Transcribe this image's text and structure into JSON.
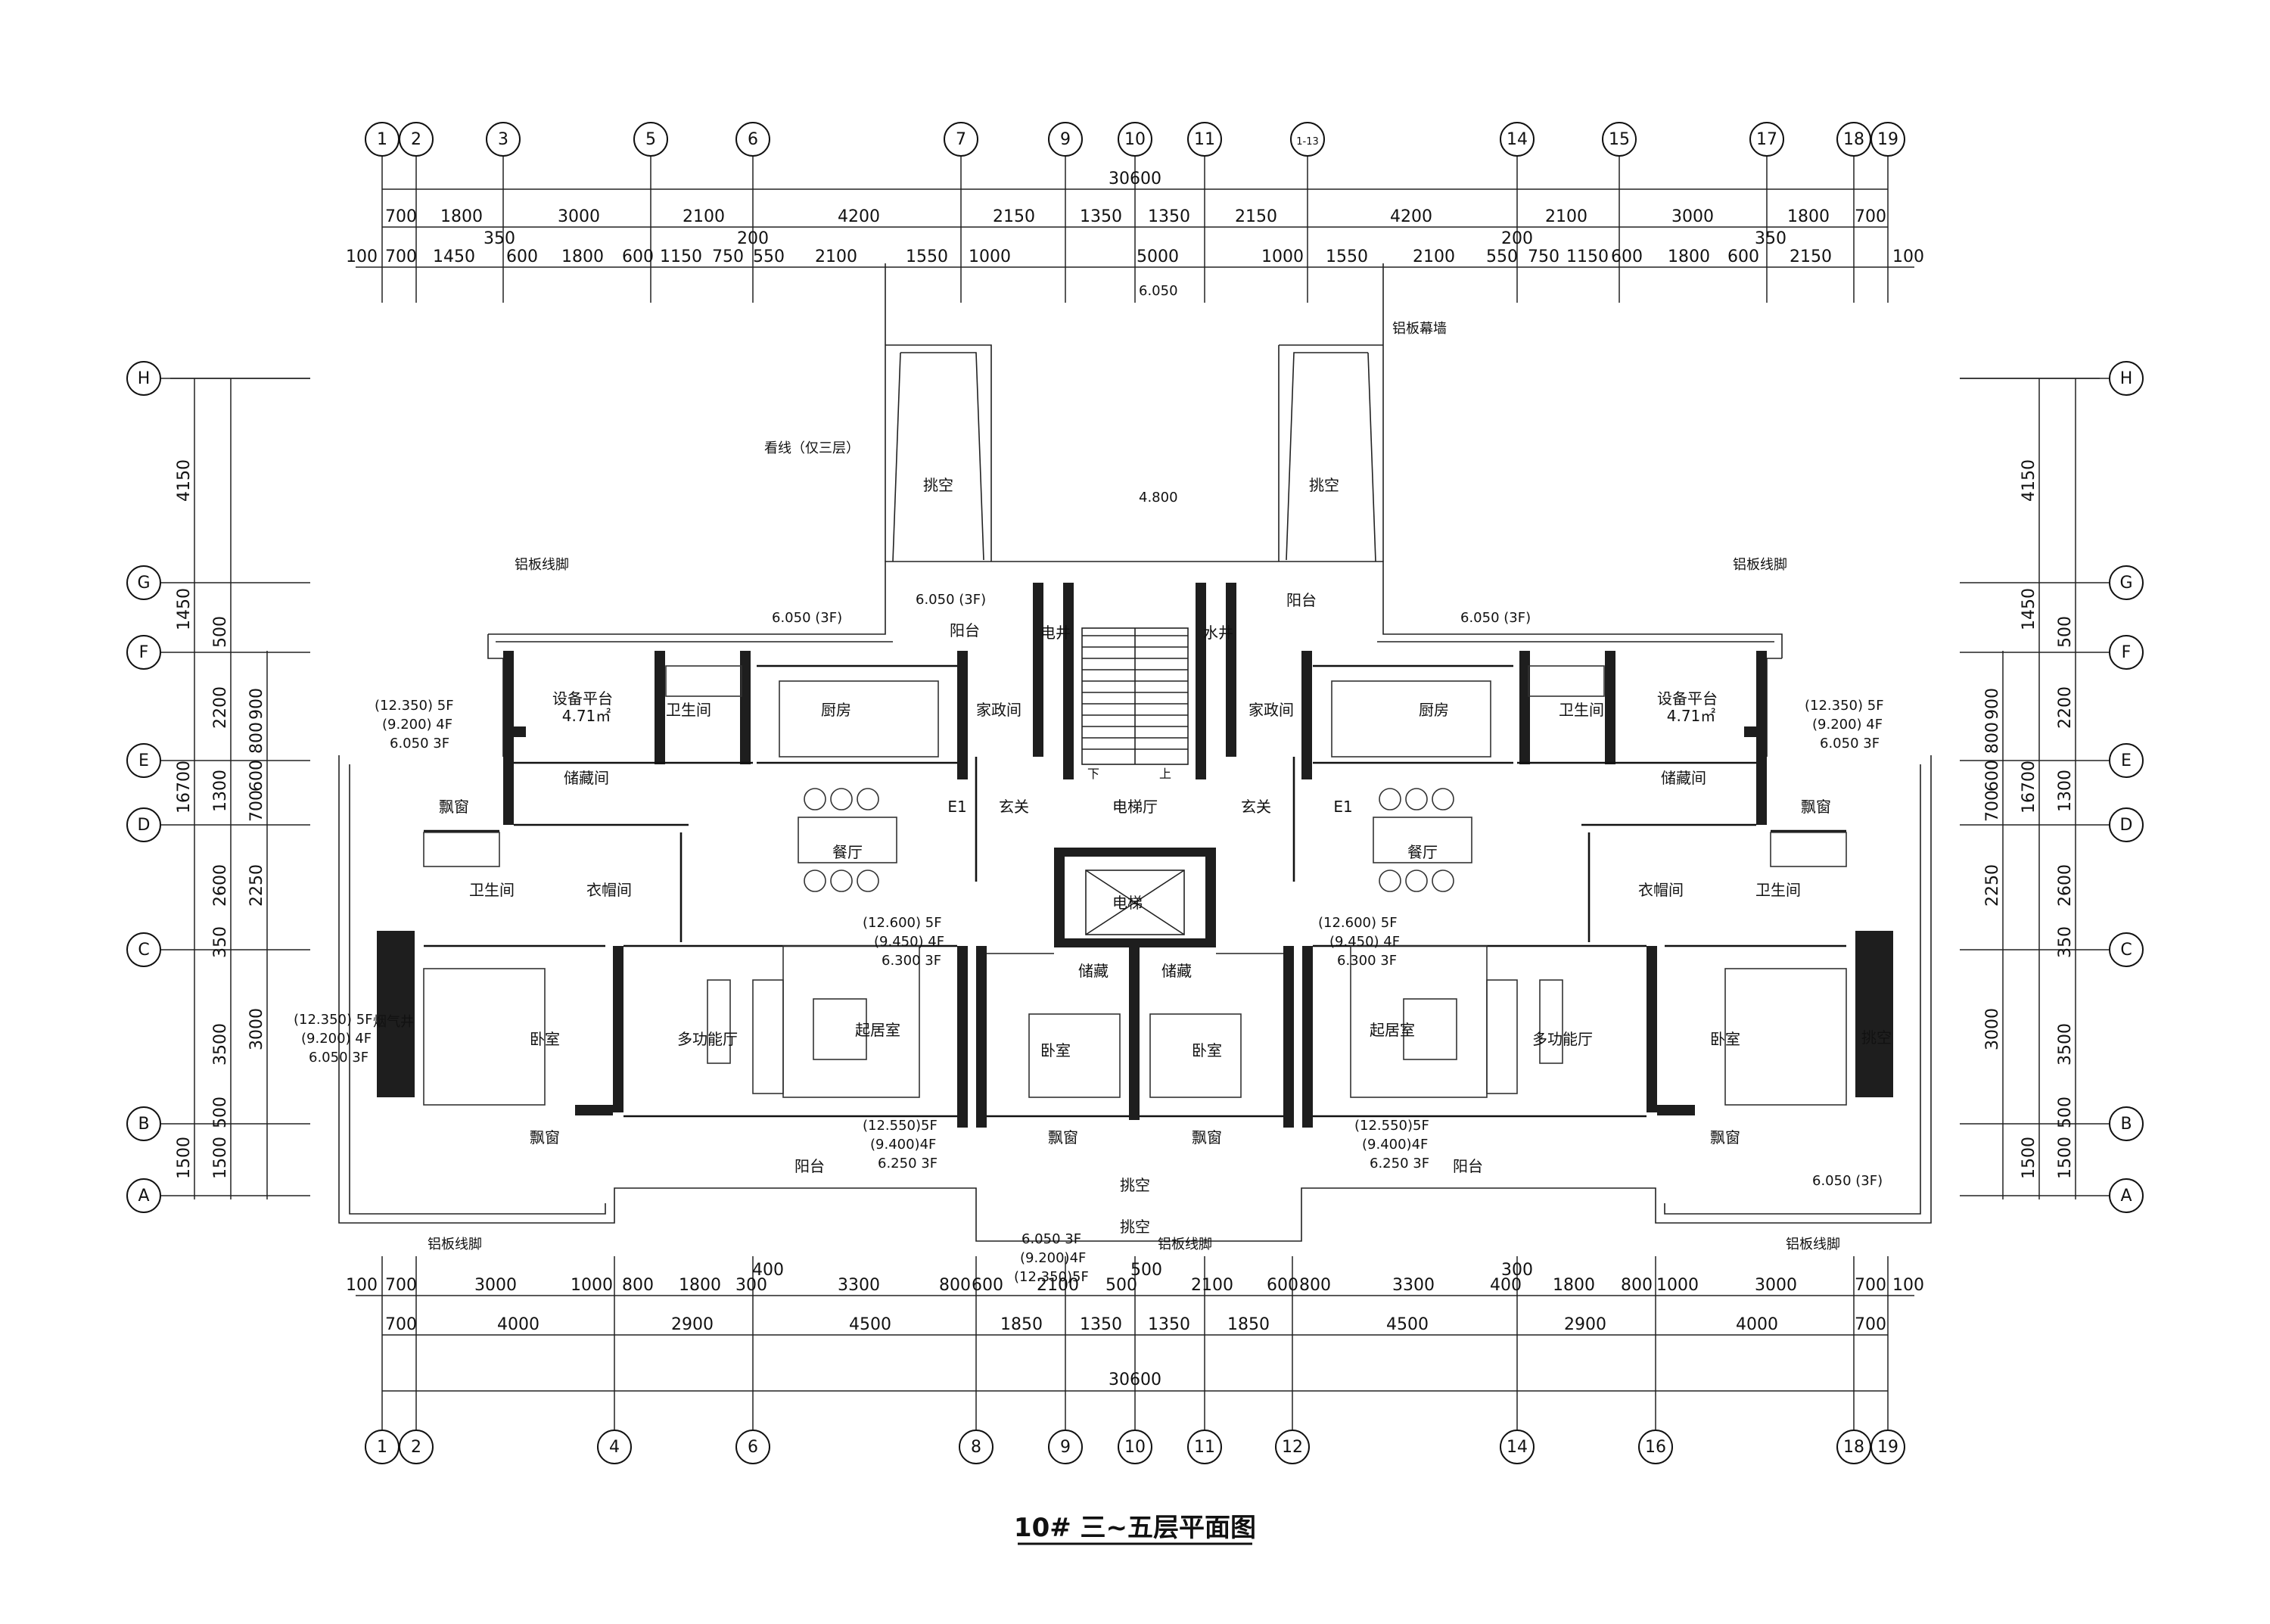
{
  "title": "10# 三~五层平面图",
  "grid": {
    "top_axes": [
      "1",
      "2",
      "3",
      "5",
      "6",
      "7",
      "9",
      "10",
      "11",
      "1-13",
      "14",
      "15",
      "17",
      "18",
      "19"
    ],
    "bottom_axes": [
      "1",
      "2",
      "4",
      "6",
      "8",
      "9",
      "10",
      "11",
      "12",
      "14",
      "16",
      "18",
      "19"
    ],
    "side_axes": [
      "H",
      "G",
      "F",
      "E",
      "D",
      "C",
      "B",
      "A"
    ]
  },
  "dims": {
    "top_total": "30600",
    "top_row1": [
      "700",
      "1800",
      "3000",
      "2100",
      "4200",
      "2150",
      "1350",
      "1350",
      "2150",
      "4200",
      "2100",
      "3000",
      "1800",
      "700"
    ],
    "top_mid": [
      "350",
      "200",
      "200",
      "350"
    ],
    "top_row2": [
      "100",
      "700",
      "1450",
      "600",
      "1800",
      "600",
      "1150",
      "750",
      "550",
      "2100",
      "1550",
      "1000",
      "5000",
      "1000",
      "1550",
      "2100",
      "550",
      "750",
      "1150",
      "600",
      "1800",
      "600",
      "2150",
      "100"
    ],
    "bottom_row1": [
      "100",
      "700",
      "3000",
      "1000",
      "800",
      "1800",
      "300",
      "3300",
      "800",
      "600",
      "2100",
      "500",
      "2100",
      "600",
      "800",
      "3300",
      "400",
      "1800",
      "800",
      "1000",
      "3000",
      "700",
      "100"
    ],
    "bottom_mid": [
      "400",
      "500",
      "300"
    ],
    "bottom_row2": [
      "700",
      "4000",
      "2900",
      "4500",
      "1850",
      "1350",
      "1350",
      "1850",
      "4500",
      "2900",
      "4000",
      "700"
    ],
    "bottom_total": "30600",
    "side_outer": [
      "4150",
      "1450",
      "16700",
      "1500"
    ],
    "side_inner": [
      "500",
      "2200",
      "1300",
      "2600",
      "350",
      "3500",
      "500",
      "1500"
    ],
    "side_detail": [
      "900",
      "800",
      "600",
      "700",
      "2250",
      "3000"
    ]
  },
  "rooms": {
    "kitchen": "厨房",
    "housekeeping": "家政间",
    "bath": "卫生间",
    "equipment": "设备平台",
    "equipment_area": "4.71㎡",
    "storage": "储藏间",
    "bay_window": "飘窗",
    "cloakroom": "衣帽间",
    "dining": "餐厅",
    "living": "起居室",
    "multi": "多功能厅",
    "bedroom": "卧室",
    "balcony": "阳台",
    "foyer": "玄关",
    "elevator_hall": "电梯厅",
    "elevator": "电梯",
    "storage_small": "储藏",
    "electric_shaft": "电井",
    "water_shaft": "水井",
    "overhang": "挑空",
    "unit": "E1",
    "down": "下",
    "up": "上",
    "flue": "烟气井"
  },
  "notes": {
    "curtain_wall": "铝板幕墙",
    "sightline": "看线（仅三层）",
    "plinth": "铝板线脚",
    "lvl_top": "6.050",
    "lvl_entry": "4.800",
    "lvl_roof_left": "6.050  (3F)",
    "lvl_roof_right": "6.050 (3F)",
    "lvl_balcony_small": "6.050  (3F)",
    "lvl_equip_l1": "(12.350) 5F",
    "lvl_equip_l2": "(9.200) 4F",
    "lvl_equip_l3": "6.050  3F",
    "lvl_liv_l1": "(12.600)  5F",
    "lvl_liv_l2": "(9.450)  4F",
    "lvl_liv_l3": "6.300   3F",
    "lvl_bal_l1": "(12.550)5F",
    "lvl_bal_l2": "(9.400)4F",
    "lvl_bal_l3": "6.250  3F",
    "lvl_bay_l1": "(12.350) 5F",
    "lvl_bay_l2": "(9.200) 4F",
    "lvl_bay_l3": "6.050  3F",
    "lvl_center_l1": "6.050  3F",
    "lvl_center_l2": "(9.200)4F",
    "lvl_center_l3": "(12.350)5F",
    "lvl_br_right": "6.050 (3F)"
  }
}
